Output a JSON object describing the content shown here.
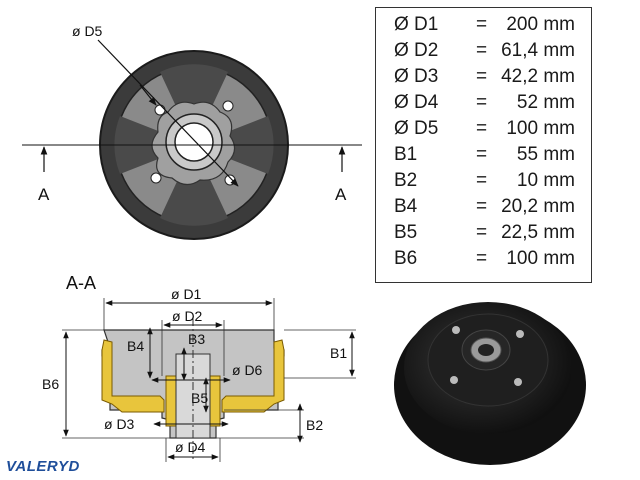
{
  "front_view": {
    "dim_label": "ø D5",
    "section_marker": "A"
  },
  "section_view": {
    "title": "A-A",
    "labels": {
      "d1": "ø D1",
      "d2": "ø D2",
      "d3": "ø D3",
      "d4": "ø D4",
      "d6": "ø D6",
      "b1": "B1",
      "b2": "B2",
      "b3": "B3",
      "b4": "B4",
      "b5": "B5",
      "b6": "B6"
    }
  },
  "specs": [
    {
      "key": "Ø D1",
      "eq": "=",
      "val": "200 mm"
    },
    {
      "key": "Ø D2",
      "eq": "=",
      "val": "61,4 mm"
    },
    {
      "key": "Ø D3",
      "eq": "=",
      "val": "42,2 mm"
    },
    {
      "key": "Ø D4",
      "eq": "=",
      "val": "52 mm"
    },
    {
      "key": "Ø D5",
      "eq": "=",
      "val": "100 mm"
    },
    {
      "key": "B1",
      "eq": "=",
      "val": "55 mm"
    },
    {
      "key": "B2",
      "eq": "=",
      "val": "10 mm"
    },
    {
      "key": "B4",
      "eq": "=",
      "val": "20,2 mm"
    },
    {
      "key": "B5",
      "eq": "=",
      "val": "22,5 mm"
    },
    {
      "key": "B6",
      "eq": "=",
      "val": "100 mm"
    }
  ],
  "brand": "VALERYD"
}
